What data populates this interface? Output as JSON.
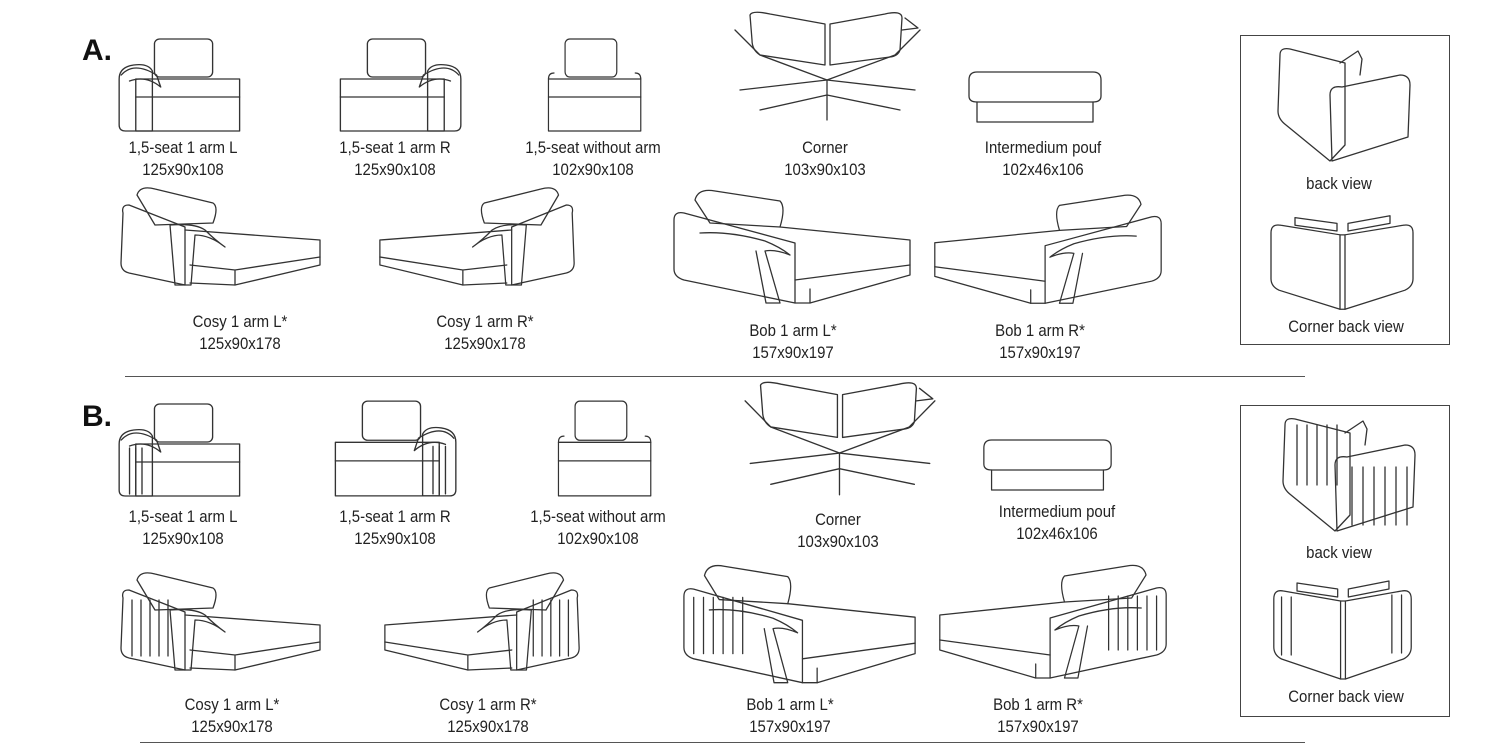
{
  "sections": [
    {
      "letter": "A.",
      "striped": false,
      "row1": [
        {
          "name": "1,5-seat 1 arm L",
          "dims": "125x90x108",
          "type": "chair-L"
        },
        {
          "name": "1,5-seat 1 arm R",
          "dims": "125x90x108",
          "type": "chair-R"
        },
        {
          "name": "1,5-seat without arm",
          "dims": "102x90x108",
          "type": "chair-none"
        },
        {
          "name": "Corner",
          "dims": "103x90x103",
          "type": "corner"
        },
        {
          "name": "Intermedium pouf",
          "dims": "102x46x106",
          "type": "pouf"
        }
      ],
      "row2": [
        {
          "name": "Cosy 1 arm L*",
          "dims": "125x90x178",
          "type": "cosy-L"
        },
        {
          "name": "Cosy 1 arm R*",
          "dims": "125x90x178",
          "type": "cosy-R"
        },
        {
          "name": "Bob 1 arm L*",
          "dims": "157x90x197",
          "type": "bob-L"
        },
        {
          "name": "Bob 1 arm R*",
          "dims": "157x90x197",
          "type": "bob-R"
        }
      ],
      "views": [
        {
          "label": "back view",
          "type": "back"
        },
        {
          "label": "Corner back  view",
          "type": "corner-back"
        }
      ]
    },
    {
      "letter": "B.",
      "striped": true,
      "row1": [
        {
          "name": "1,5-seat 1 arm L",
          "dims": "125x90x108",
          "type": "chair-L"
        },
        {
          "name": "1,5-seat 1 arm R",
          "dims": "125x90x108",
          "type": "chair-R"
        },
        {
          "name": "1,5-seat without arm",
          "dims": "102x90x108",
          "type": "chair-none"
        },
        {
          "name": "Corner",
          "dims": "103x90x103",
          "type": "corner"
        },
        {
          "name": "Intermedium pouf",
          "dims": "102x46x106",
          "type": "pouf"
        }
      ],
      "row2": [
        {
          "name": "Cosy 1 arm L*",
          "dims": "125x90x178",
          "type": "cosy-L"
        },
        {
          "name": "Cosy 1 arm R*",
          "dims": "125x90x178",
          "type": "cosy-R"
        },
        {
          "name": "Bob 1 arm L*",
          "dims": "157x90x197",
          "type": "bob-L"
        },
        {
          "name": "Bob 1 arm R*",
          "dims": "157x90x197",
          "type": "bob-R"
        }
      ],
      "views": [
        {
          "label": "back view",
          "type": "back"
        },
        {
          "label": "Corner back  view",
          "type": "corner-back"
        }
      ]
    }
  ]
}
